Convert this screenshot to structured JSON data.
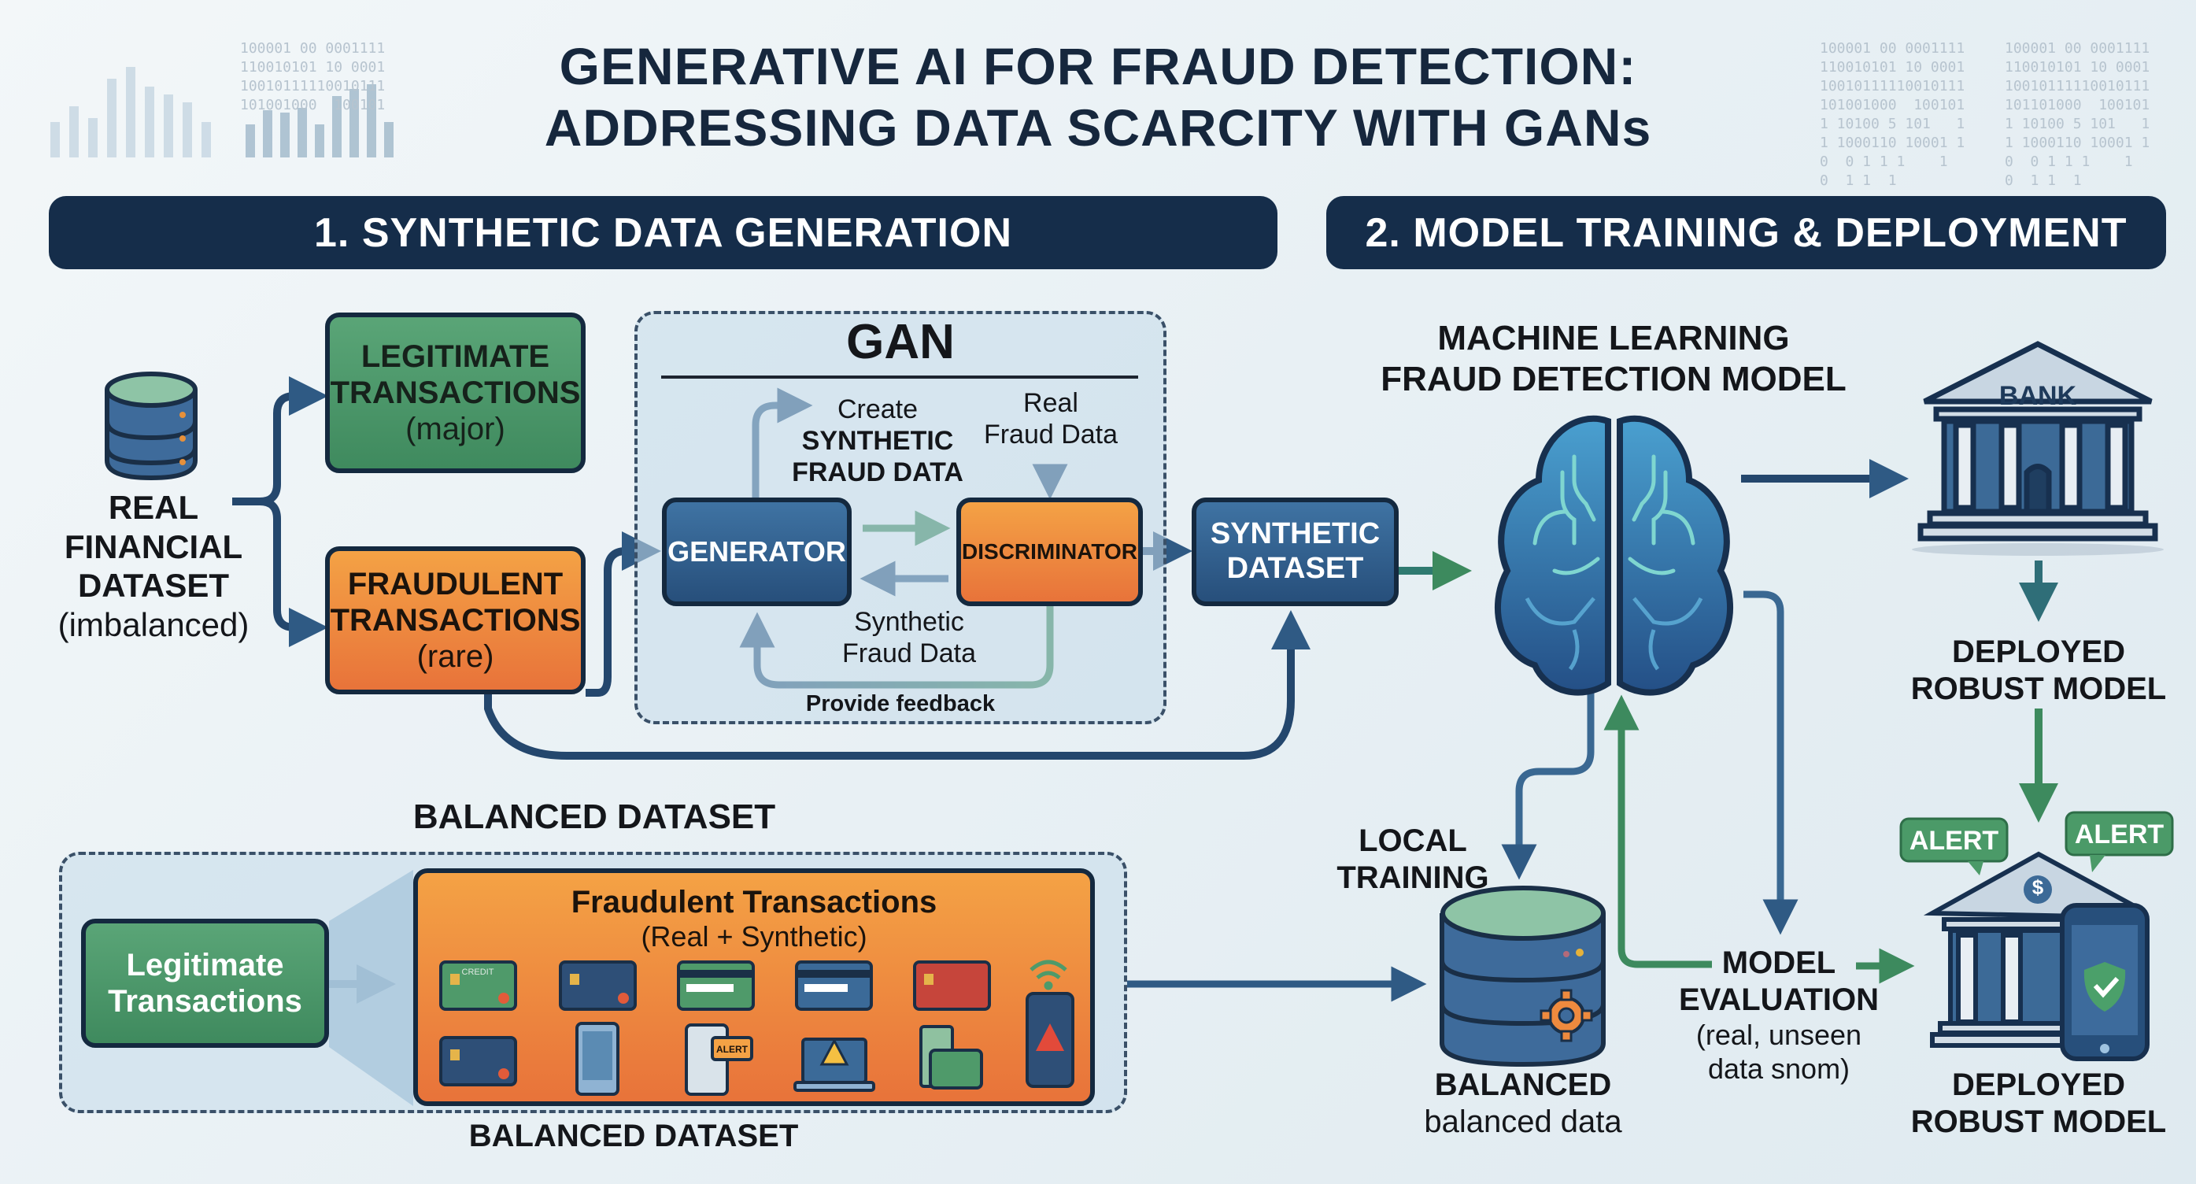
{
  "title": {
    "line1": "GENERATIVE AI FOR FRAUD DETECTION:",
    "line2": "ADDRESSING DATA SCARCITY WITH GANs"
  },
  "decor": {
    "binary_left": "100001 00 0001111\n110010101 10 0001\n10010111110010111\n101001000  100101",
    "binary_right_a": "100001 00 0001111\n110010101 10 0001\n10010111110010111\n101001000  100101\n1 10100 5 101   1\n1 1000110 10001 1\n0  0 1 1 1    1\n0  1 1  1",
    "binary_right_b": "100001 00 0001111\n110010101 10 0001\n10010111110010111\n101101000  100101\n1 10100 5 101   1\n1 1000110 10001 1\n0  0 1 1 1    1\n0  1 1  1"
  },
  "sections": {
    "left_header": "1. SYNTHETIC DATA GENERATION",
    "right_header": "2. MODEL TRAINING & DEPLOYMENT"
  },
  "source": {
    "line1": "REAL",
    "line2": "FINANCIAL",
    "line3": "DATASET",
    "sub": "(imbalanced)"
  },
  "legit_box": {
    "line1": "LEGITIMATE",
    "line2": "TRANSACTIONS",
    "sub": "(major)"
  },
  "fraud_box": {
    "line1": "FRAUDULENT",
    "line2": "TRANSACTIONS",
    "sub": "(rare)"
  },
  "gan": {
    "title": "GAN",
    "create_label": {
      "line1": "Create",
      "line2": "SYNTHETIC",
      "line3": "FRAUD DATA"
    },
    "real_label": {
      "line1": "Real",
      "line2": "Fraud Data"
    },
    "generator": "GENERATOR",
    "discriminator": "DISCRIMINATOR",
    "synthetic_label": {
      "line1": "Synthetic",
      "line2": "Fraud Data"
    },
    "feedback": "Provide feedback"
  },
  "synthetic_dataset": {
    "line1": "SYNTHETIC",
    "line2": "DATASET"
  },
  "ml_model": {
    "line1": "MACHINE LEARNING",
    "line2": "FRAUD DETECTION MODEL"
  },
  "bank_top": {
    "sign": "BANK"
  },
  "deployed_1": {
    "line1": "DEPLOYED",
    "line2": "ROBUST MODEL"
  },
  "balanced": {
    "top_label": "BALANCED DATASET",
    "legit": {
      "line1": "Legitimate",
      "line2": "Transactions"
    },
    "fraud": {
      "title": "Fraudulent Transactions",
      "sub": "(Real + Synthetic)"
    },
    "icons_row1": [
      "credit-card-green-icon",
      "credit-card-navy-icon",
      "card-green-icon",
      "card-blue-icon",
      "card-red-icon",
      "wifi-icon"
    ],
    "icons_row2": [
      "credit-card-navy-icon",
      "smartphone-icon",
      "alert-phone-icon",
      "laptop-warning-icon",
      "wallet-icon",
      "phone-warning-icon"
    ],
    "card_text": "CREDIT",
    "alert_text": "ALERT",
    "bottom_label": "BALANCED DATASET"
  },
  "local_training": {
    "line1": "LOCAL",
    "line2": "TRAINING"
  },
  "balanced_db": {
    "line1": "BALANCED",
    "line2": "balanced data"
  },
  "evaluation": {
    "line1": "MODEL",
    "line2": "EVALUATION",
    "sub1": "(real, unseen",
    "sub2": "data snom)"
  },
  "alerts": {
    "left": "ALERT",
    "right": "ALERT",
    "currency": "$"
  },
  "deployed_2": {
    "line1": "DEPLOYED",
    "line2": "ROBUST MODEL"
  },
  "colors": {
    "navy": "#152d4a",
    "arrow_blue": "#2f5a84",
    "arrow_green": "#3d8a5e",
    "green_box": "#4e9a6c",
    "orange_box": "#ee8a3e",
    "blue_box": "#35669a"
  }
}
